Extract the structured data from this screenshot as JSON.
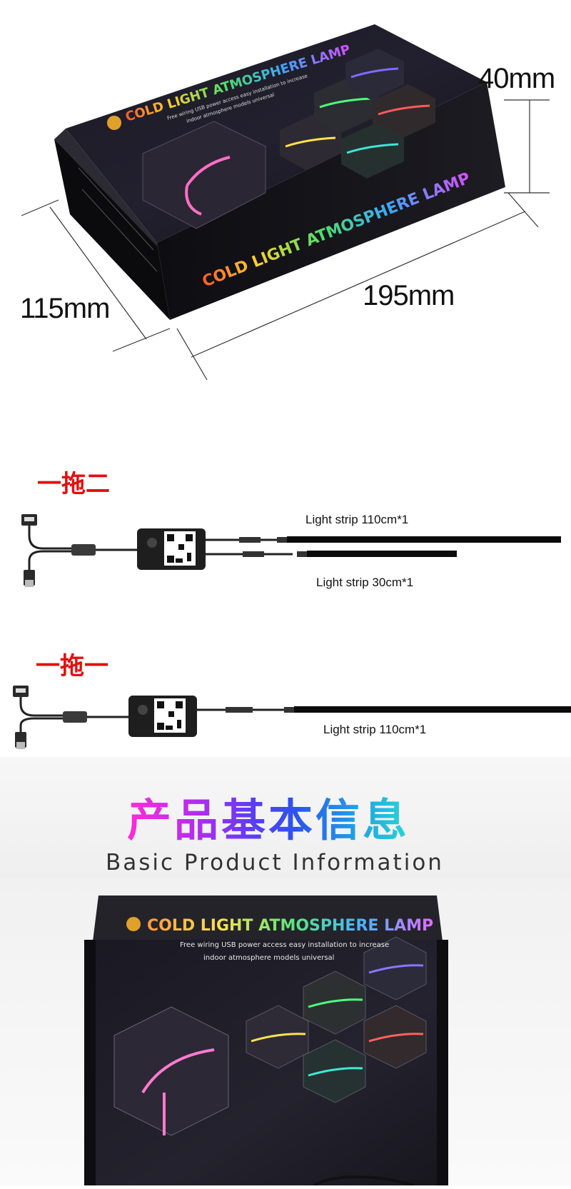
{
  "dimensions": {
    "height": "40mm",
    "width": "115mm",
    "length": "195mm"
  },
  "box": {
    "title": "COLD LIGHT ATMOSPHERE LAMP",
    "tagline_1": "Free wiring USB power access easy installation to increase",
    "tagline_2": "indoor atmosphere models universal"
  },
  "wiring": [
    {
      "heading": "一拖二",
      "strips": [
        "Light strip 110cm*1",
        "Light strip 30cm*1"
      ]
    },
    {
      "heading": "一拖一",
      "strips": [
        "Light strip 110cm*1"
      ]
    }
  ],
  "info": {
    "title": "产品基本信息",
    "subtitle": "Basic Product Information"
  },
  "colors": {
    "accent_red": "#e30f0f",
    "box_dark": "#15141c"
  }
}
